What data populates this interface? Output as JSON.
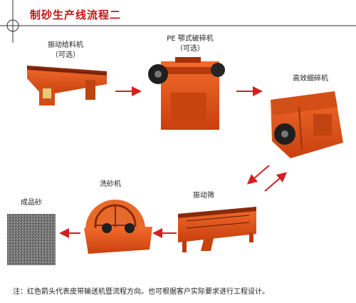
{
  "title": "制砂生产线流程二",
  "machines": {
    "feeder": {
      "name": "振动给料机",
      "note": "（可选）"
    },
    "jaw_crusher": {
      "name": "PE 鄂式破碎机",
      "note": "（可选）"
    },
    "fine_crusher": {
      "name": "高效细碎机"
    },
    "screen": {
      "name": "振动筛"
    },
    "sand_washer": {
      "name": "洗砂机"
    },
    "product": {
      "name": "成品砂"
    }
  },
  "footer_note": "注：红色箭头代表皮带输送机暨流程方向。也可根据客户实际要求进行工程设计。",
  "colors": {
    "accent_red": "#d51f1f",
    "machine_orange": "#e2541c",
    "title_red": "#c81414"
  }
}
